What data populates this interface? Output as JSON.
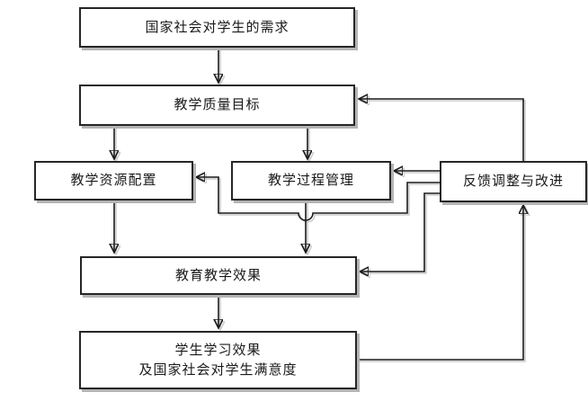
{
  "diagram": {
    "type": "flowchart",
    "language": "zh-CN",
    "colors": {
      "background": "#ffffff",
      "box_fill": "#ffffff",
      "box_border": "#262626",
      "line": "#1a1a1a",
      "shadow": "#b4b4b4",
      "text": "#1a1a1a"
    },
    "nodes": {
      "demand": {
        "label": "国家社会对学生的需求"
      },
      "quality": {
        "label": "教学质量目标"
      },
      "resource": {
        "label": "教学资源配置"
      },
      "process": {
        "label": "教学过程管理"
      },
      "feedback": {
        "label": "反馈调整与改进"
      },
      "effect": {
        "label": "教育教学效果"
      },
      "student": {
        "line1": "学生学习效果",
        "line2": "及国家社会对学生满意度"
      }
    },
    "edges": [
      {
        "from": "国家社会对学生的需求",
        "to": "教学质量目标",
        "enters": "top"
      },
      {
        "from": "教学质量目标",
        "to": "教学资源配置",
        "enters": "top"
      },
      {
        "from": "教学质量目标",
        "to": "教学过程管理",
        "enters": "top"
      },
      {
        "from": "教学资源配置",
        "to": "教育教学效果",
        "enters": "top"
      },
      {
        "from": "教学过程管理",
        "to": "教育教学效果",
        "enters": "top"
      },
      {
        "from": "教育教学效果",
        "to": "学生学习效果及国家社会对学生满意度",
        "enters": "top"
      },
      {
        "from": "学生学习效果及国家社会对学生满意度",
        "to": "反馈调整与改进",
        "enters": "bottom"
      },
      {
        "from": "反馈调整与改进",
        "to": "教学质量目标",
        "enters": "right"
      },
      {
        "from": "反馈调整与改进",
        "to": "教学过程管理",
        "enters": "right"
      },
      {
        "from": "反馈调整与改进",
        "to": "教学资源配置",
        "enters": "right",
        "note": "elbow under 教学过程管理 with line-jump arc over vertical arrow"
      },
      {
        "from": "反馈调整与改进",
        "to": "教育教学效果",
        "enters": "right"
      }
    ]
  }
}
